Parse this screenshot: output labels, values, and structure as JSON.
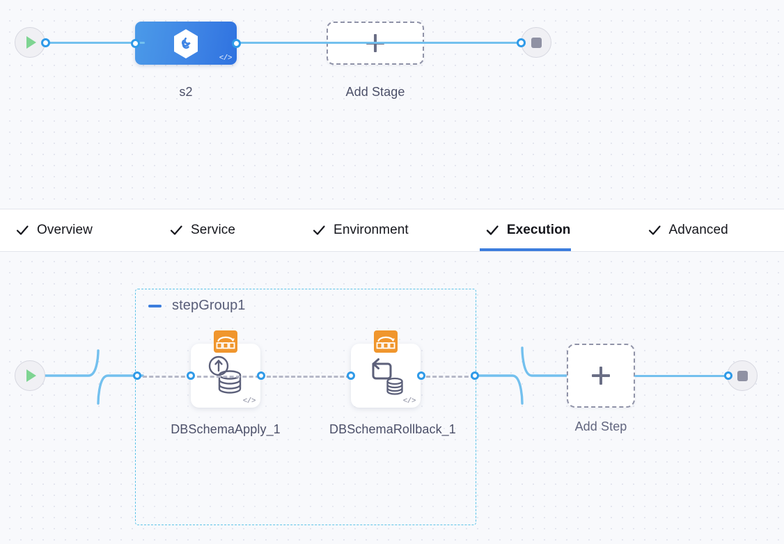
{
  "app": {
    "title": "Pipeline Studio Canvas",
    "accent_color": "#3c7ddd",
    "wire_color": "#73c0ee",
    "port_color": "#2f9ae8",
    "canvas_bg": "#f8f9fc",
    "grid_dot_color": "#e4e6ef",
    "group_border_color": "#5cc3e8",
    "badge_color": "#f0962d"
  },
  "stage_canvas": {
    "start_node": {
      "name": "pipeline-start",
      "icon": "play-icon"
    },
    "end_node": {
      "name": "pipeline-end",
      "icon": "stop-icon"
    },
    "stage": {
      "label": "s2",
      "icon": "hexagon-link-icon",
      "code_badge": "</>"
    },
    "add_stage": {
      "label": "Add Stage",
      "icon": "plus-icon"
    }
  },
  "tabs": {
    "items": [
      {
        "label": "Overview",
        "icon": "check-icon",
        "active": false
      },
      {
        "label": "Service",
        "icon": "check-icon",
        "active": false
      },
      {
        "label": "Environment",
        "icon": "check-icon",
        "active": false
      },
      {
        "label": "Execution",
        "icon": "check-icon",
        "active": true
      },
      {
        "label": "Advanced",
        "icon": "check-icon",
        "active": false
      }
    ]
  },
  "step_canvas": {
    "start_node": {
      "name": "execution-start",
      "icon": "play-icon"
    },
    "end_node": {
      "name": "execution-end",
      "icon": "stop-icon"
    },
    "step_group": {
      "title": "stepGroup1",
      "collapse_icon": "minus-icon",
      "steps": [
        {
          "label": "DBSchemaApply_1",
          "badge_icon": "db-schema-apply-badge-icon",
          "glyph_icon": "database-upload-icon",
          "code_badge": "</>"
        },
        {
          "label": "DBSchemaRollback_1",
          "badge_icon": "db-schema-rollback-badge-icon",
          "glyph_icon": "database-rollback-icon",
          "code_badge": "</>"
        }
      ]
    },
    "add_step": {
      "label": "Add Step",
      "icon": "plus-icon"
    }
  }
}
